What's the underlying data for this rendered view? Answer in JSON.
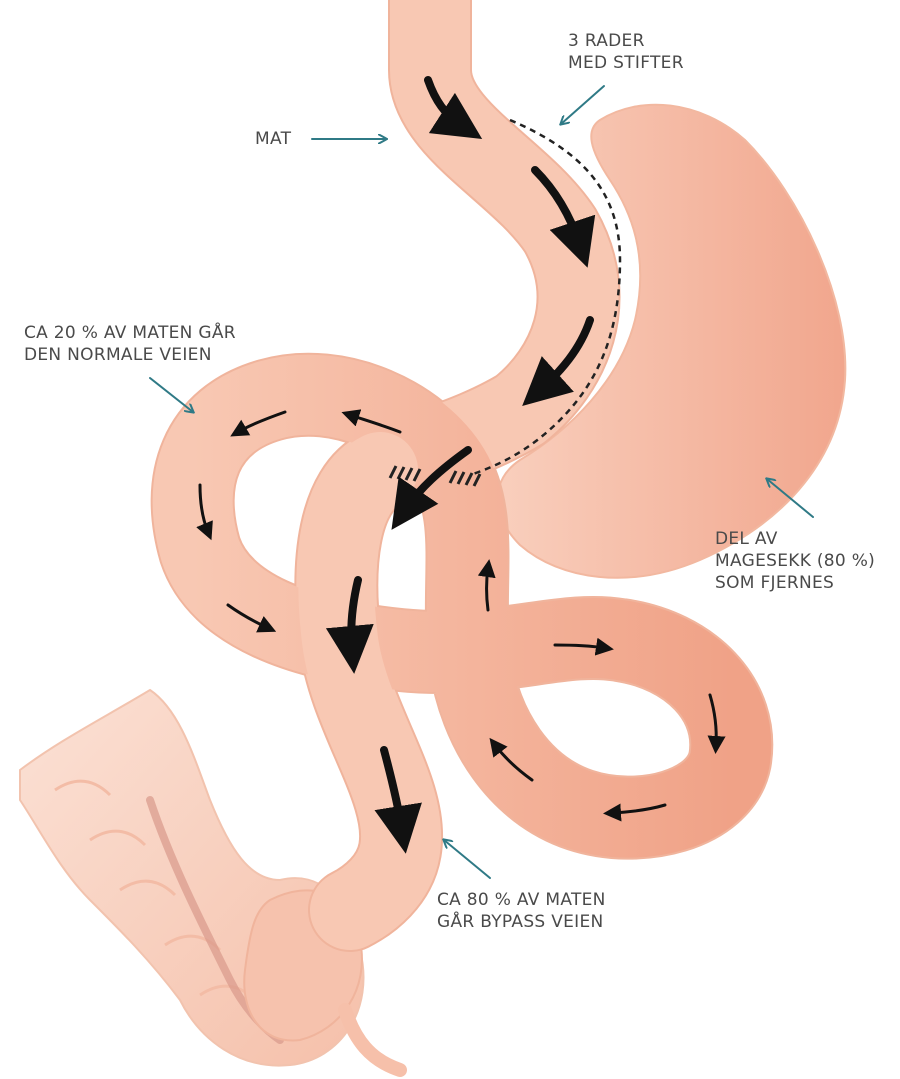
{
  "diagram": {
    "colors": {
      "tissue_fill": "#f8c7b2",
      "tissue_shade": "#f2a88e",
      "tissue_outline": "#f0b49c",
      "colon_fill": "#f8cdb9",
      "arrow": "#111111",
      "pointer": "#2f7a86",
      "staple": "#222222",
      "label_text": "#4a4a4a"
    },
    "labels": {
      "food": "MAT",
      "staples": [
        "3 RADER",
        "MED STIFTER"
      ],
      "normal_route": [
        "CA 20 % AV MATEN GÅR",
        "DEN NORMALE VEIEN"
      ],
      "removed_stomach": [
        "DEL AV",
        "MAGESEKK (80 %)",
        "SOM FJERNES"
      ],
      "bypass_route": [
        "CA 80 % AV MATEN",
        "GÅR BYPASS VEIEN"
      ]
    }
  }
}
